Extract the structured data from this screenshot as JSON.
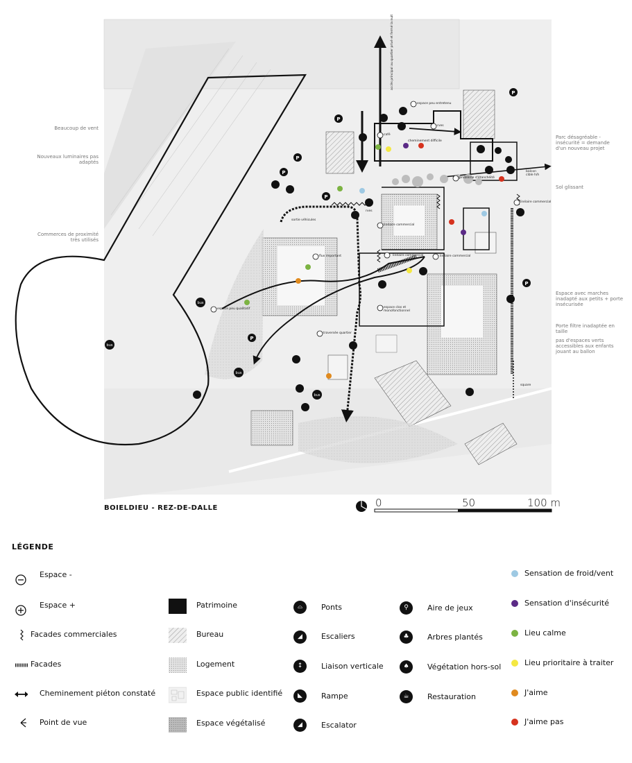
{
  "map": {
    "title": "BOIELDIEU - REZ-DE-DALLE",
    "scale_labels": [
      "0",
      "50",
      "100 m"
    ],
    "left_annotations": [
      "Beaucoup de vent",
      "Nouveaux luminaires pas adaptés",
      "Commerces de proximité très utilisés"
    ],
    "right_annotations": [
      "Parc désagréable - insécurité = demande d'un nouveau projet",
      "Sol glissant",
      "Espace avec marches inadapté aux petits + porte insécurisée",
      "Porte filtre inadaptée en taille",
      "pas d'espaces verts accessibles aux enfants jouant au ballon"
    ],
    "labels": {
      "acces": "accès principal au quartier privé et fermé la nuit",
      "peu_entretenu": "espace peu entretenu",
      "cafe": "café",
      "rves": "rves",
      "difficile": "cheminement difficile",
      "etanch": "problème d'étanchéité",
      "sortie": "sortie véhicules",
      "lin1": "linéaire commercial",
      "lin2": "linéaire commercial",
      "lin3": "linéaire commercial",
      "lin4": "linéaire commercial",
      "flux": "flux important",
      "peu_qual": "espace peu qualitatif",
      "clos": "espace clos et monofonctionnel",
      "traversee": "traversée quartier",
      "square": "square",
      "rves2": "rves",
      "balcon": "balcon cible h/h"
    },
    "bus_label": "bus",
    "parking_label": "P"
  },
  "legend": {
    "title": "LÉGENDE",
    "col1": [
      "Espace -",
      "Espace +",
      "Facades commerciales",
      "Facades",
      "Cheminement piéton constaté",
      "Point de vue"
    ],
    "col2": [
      "Patrimoine",
      "Bureau",
      "Logement",
      "Espace public identifié",
      "Espace végétalisé"
    ],
    "col3": [
      "Ponts",
      "Escaliers",
      "Liaison verticale",
      "Rampe",
      "Escalator"
    ],
    "col4": [
      "Aire de jeux",
      "Arbres plantés",
      "Végétation hors-sol",
      "Restauration"
    ],
    "col5": [
      {
        "label": "Sensation de froid/vent",
        "color": "#9ec9e3"
      },
      {
        "label": "Sensation d'insécurité",
        "color": "#5b2a86"
      },
      {
        "label": "Lieu calme",
        "color": "#7cb342"
      },
      {
        "label": "Lieu prioritaire à traiter",
        "color": "#f4e842"
      },
      {
        "label": "J'aime",
        "color": "#e08a1e"
      },
      {
        "label": "J'aime pas",
        "color": "#d6321e"
      }
    ]
  }
}
